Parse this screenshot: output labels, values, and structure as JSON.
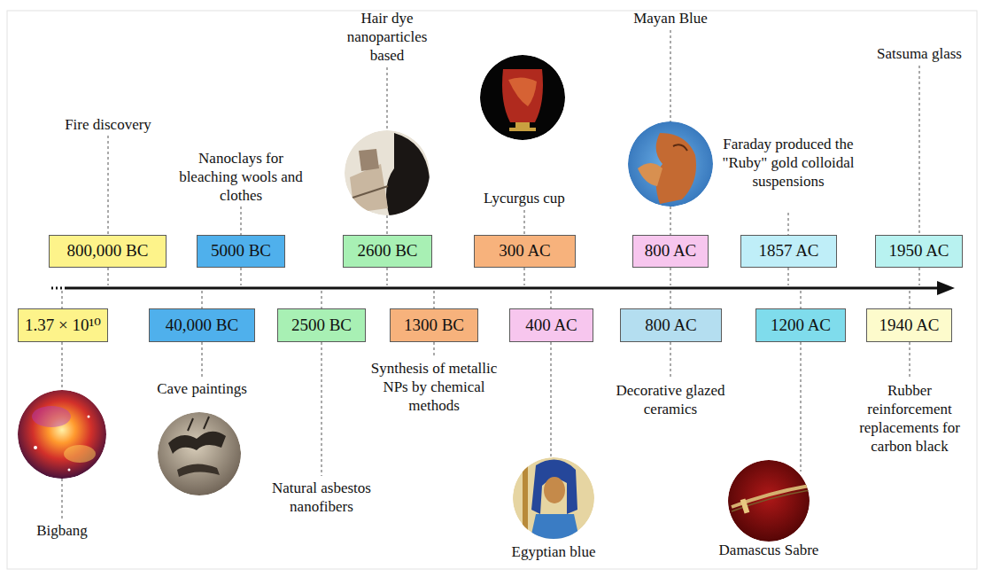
{
  "diagram": {
    "nodes": [
      {
        "text": [
          "1.37 × 10¹⁰"
        ]
      },
      {
        "text": [
          "800,000 BC"
        ]
      },
      {
        "text": [
          "40,000 BC"
        ]
      },
      {
        "text": [
          "5000 BC"
        ]
      },
      {
        "text": [
          "2500 BC"
        ]
      },
      {
        "text": [
          "2600 BC"
        ]
      },
      {
        "text": [
          "1300 BC"
        ]
      },
      {
        "text": [
          "300 AC"
        ]
      },
      {
        "text": [
          "400 AC"
        ]
      },
      {
        "text": [
          "800 AC"
        ]
      },
      {
        "text": [
          "800 AC"
        ]
      },
      {
        "text": [
          "1857 AC"
        ]
      },
      {
        "text": [
          "1200 AC"
        ]
      },
      {
        "text": [
          "1940 AC"
        ]
      },
      {
        "text": [
          "1950 AC"
        ]
      }
    ],
    "labels": [
      "Bigbang",
      "Fire discovery",
      "Cave paintings",
      "Nanoclays for bleaching wools and clothes",
      "Natural asbestos nanofibers",
      "Hair dye nanoparticles based",
      "Synthesis of metallic NPs by chemical methods",
      "Lycurgus cup",
      "Egyptian blue",
      "Decorative glazed ceramics",
      "Mayan Blue",
      "Faraday produced the \"Ruby\" gold colloidal suspensions",
      "Damascus Sabre",
      "Rubber reinforcement replacements for carbon black",
      "Satsuma glass"
    ]
  }
}
